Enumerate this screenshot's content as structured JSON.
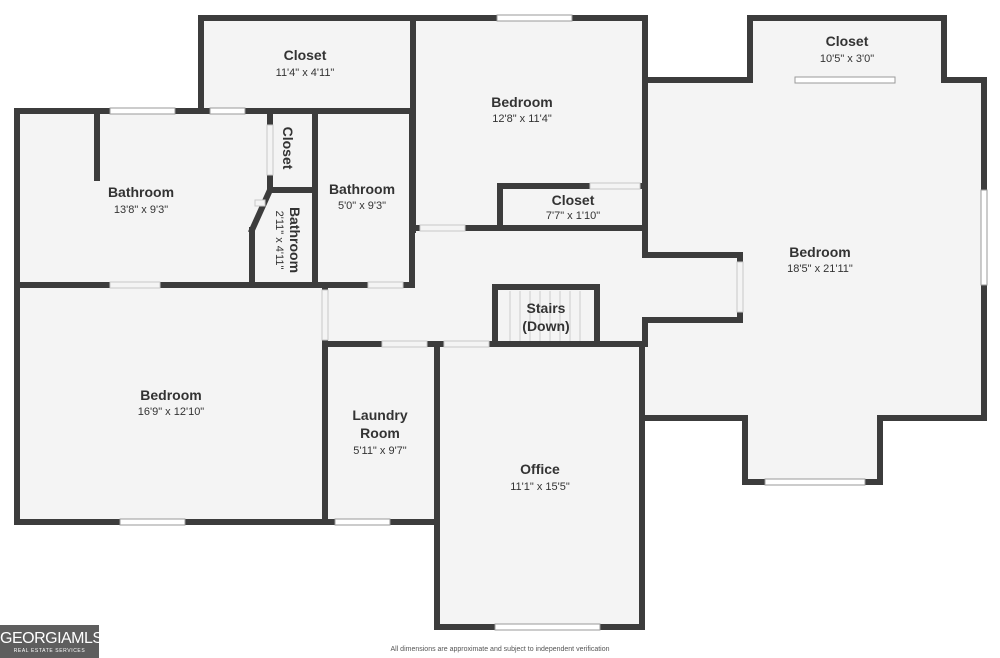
{
  "colors": {
    "wall": "#3c3c3c",
    "floor": "#f4f4f4",
    "window": "#ffffff",
    "text": "#333333"
  },
  "rooms": [
    {
      "id": "closet-top-left",
      "name": "Closet",
      "dims": "11'4\" x 4'11\""
    },
    {
      "id": "bedroom-top",
      "name": "Bedroom",
      "dims": "12'8\" x 11'4\""
    },
    {
      "id": "closet-top-right",
      "name": "Closet",
      "dims": "10'5\" x 3'0\""
    },
    {
      "id": "bathroom-left",
      "name": "Bathroom",
      "dims": "13'8\" x 9'3\""
    },
    {
      "id": "closet-small",
      "name": "Closet"
    },
    {
      "id": "bathroom-mid",
      "name": "Bathroom",
      "dims": "5'0\" x 9'3\""
    },
    {
      "id": "bathroom-small",
      "name": "Bathroom",
      "dims": "2'11\" x 4'11\""
    },
    {
      "id": "closet-hall",
      "name": "Closet",
      "dims": "7'7\" x 1'10\""
    },
    {
      "id": "bedroom-right",
      "name": "Bedroom",
      "dims": "18'5\" x 21'11\""
    },
    {
      "id": "stairs",
      "name": "Stairs",
      "name2": "(Down)"
    },
    {
      "id": "bedroom-left",
      "name": "Bedroom",
      "dims": "16'9\" x 12'10\""
    },
    {
      "id": "laundry",
      "name": "Laundry",
      "name2": "Room",
      "dims": "5'11\" x 9'7\""
    },
    {
      "id": "office",
      "name": "Office",
      "dims": "11'1\" x 15'5\""
    }
  ],
  "disclaimer": "All dimensions are approximate and subject to independent verification",
  "logo": {
    "main": "GEORGIAMLS",
    "sub": "REAL ESTATE SERVICES"
  }
}
